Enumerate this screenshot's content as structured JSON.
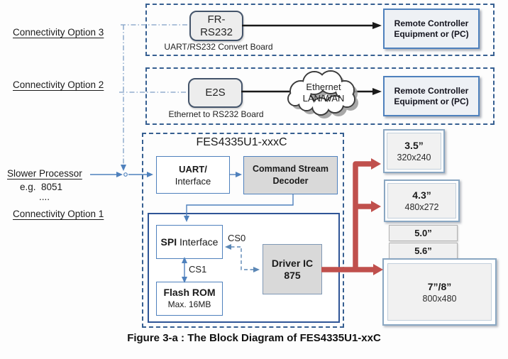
{
  "labels": {
    "option3": "Connectivity Option 3",
    "option2": "Connectivity Option 2",
    "option1": "Connectivity Option 1",
    "slower_processor": "Slower Processor",
    "slower_eg": "e.g.  8051",
    "dots": "...."
  },
  "boards": {
    "rs232": {
      "chip_line1": "FR-",
      "chip_line2": "RS232",
      "board": "UART/RS232 Convert Board",
      "remote_line1": "Remote Controller",
      "remote_line2": "Equipment or (PC)"
    },
    "ethernet": {
      "chip": "E2S",
      "board": "Ethernet to RS232 Board",
      "cloud_line1": "Ethernet",
      "cloud_line2": "LAN/WAN",
      "remote_line1": "Remote Controller",
      "remote_line2": "Equipment or (PC)"
    }
  },
  "main": {
    "title": "FES4335U1-xxxC",
    "uart_line1": "UART/",
    "uart_line2": "Interface",
    "decoder_line1": "Command Stream",
    "decoder_line2": "Decoder",
    "spi_bold": "SPI",
    "spi_rest": " Interface",
    "cs0": "CS0",
    "cs1": "CS1",
    "flash_line1": "Flash ROM",
    "flash_line2": "Max. 16MB",
    "driver_line1": "Driver IC",
    "driver_line2": "875"
  },
  "displays": [
    {
      "size": "3.5”",
      "res": "320x240"
    },
    {
      "size": "4.3”",
      "res": "480x272"
    },
    {
      "size": "5.0”",
      "res": ""
    },
    {
      "size": "5.6”",
      "res": ""
    },
    {
      "size": "7”/8”",
      "res": "800x480"
    }
  ],
  "caption": "Figure 3-a : The Block Diagram of FES4335U1-xxC",
  "colors": {
    "accent_red": "#c0504d",
    "accent_blue": "#4f81bd",
    "dash_border": "#365f91",
    "block_fill_gray": "#d9d9d9"
  }
}
